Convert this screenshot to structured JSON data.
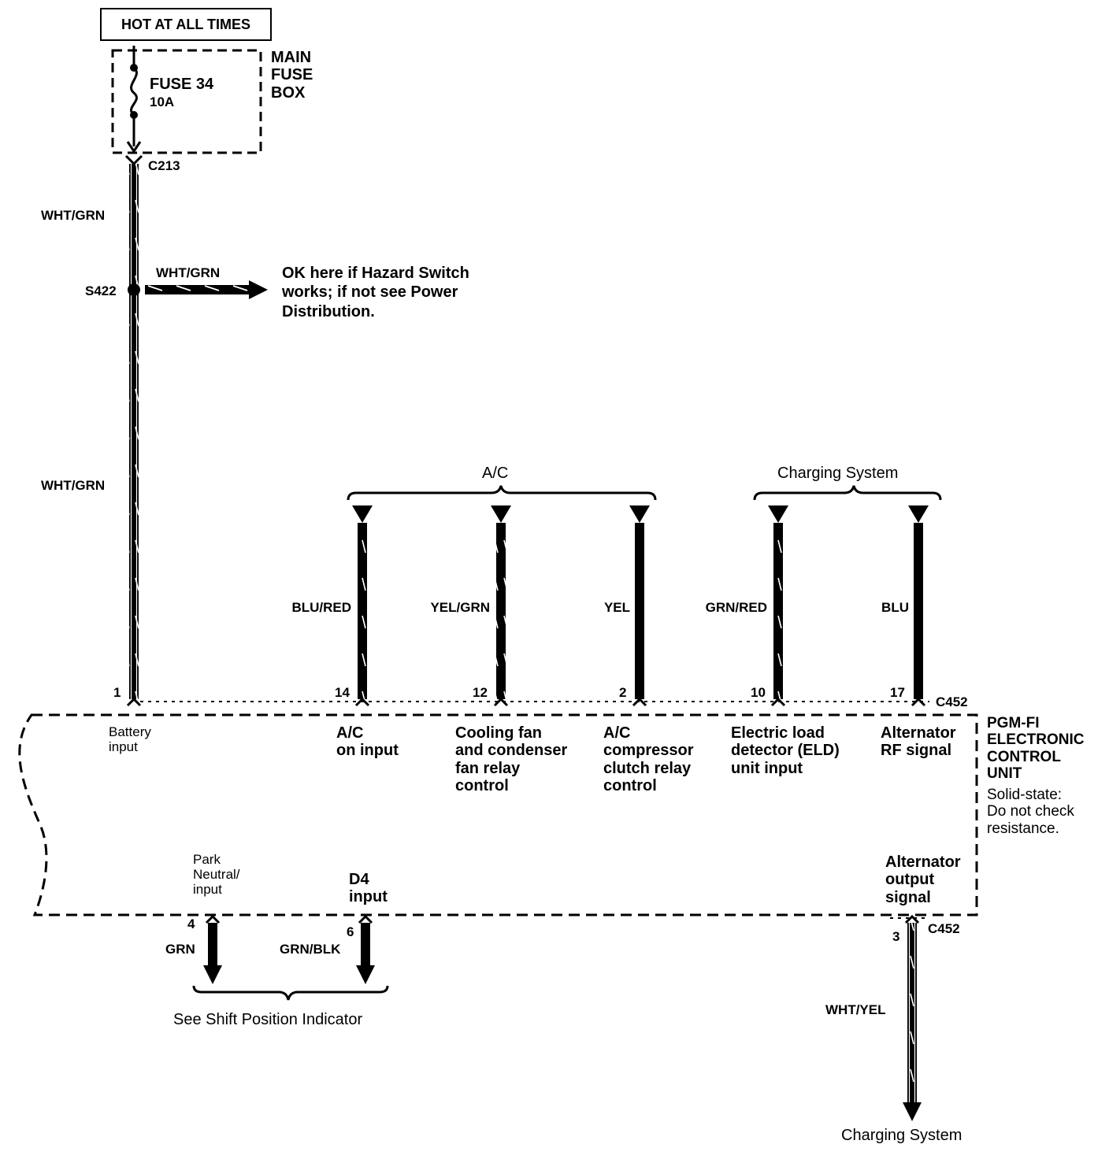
{
  "header": {
    "hot_label": "HOT AT ALL TIMES"
  },
  "fuse_box": {
    "title": "MAIN\nFUSE\nBOX",
    "fuse_name": "FUSE 34",
    "fuse_rating": "10A",
    "connector": "C213"
  },
  "splice": {
    "id": "S422",
    "branch_wire": "WHT/GRN",
    "note": "OK here if Hazard Switch\nworks; if not see Power\nDistribution."
  },
  "main_wire": {
    "upper_color": "WHT/GRN",
    "lower_color": "WHT/GRN"
  },
  "groups": {
    "ac": "A/C",
    "charging": "Charging System"
  },
  "top_wires": [
    {
      "color": "BLU/RED",
      "pin": "14",
      "function": "A/C\non input"
    },
    {
      "color": "YEL/GRN",
      "pin": "12",
      "function": "Cooling fan\nand condenser\nfan relay\ncontrol"
    },
    {
      "color": "YEL",
      "pin": "2",
      "function": "A/C\ncompressor\nclutch relay\ncontrol"
    },
    {
      "color": "GRN/RED",
      "pin": "10",
      "function": "Electric load\ndetector (ELD)\nunit input"
    },
    {
      "color": "BLU",
      "pin": "17",
      "function": "Alternator\nRF signal"
    }
  ],
  "battery": {
    "pin": "1",
    "function": "Battery\ninput"
  },
  "ecu": {
    "connector_top": "C452",
    "connector_bottom": "C452",
    "name": "PGM-FI\nELECTRONIC\nCONTROL\nUNIT",
    "note": "Solid-state:\nDo not check\nresistance."
  },
  "bottom_wires": [
    {
      "function": "Park\nNeutral/\ninput",
      "pin": "4",
      "color": "GRN"
    },
    {
      "function": "D4\ninput",
      "pin": "6",
      "color": "GRN/BLK"
    },
    {
      "function": "Alternator\noutput\nsignal",
      "pin": "3",
      "color": "WHT/YEL"
    }
  ],
  "destinations": {
    "shift": "See Shift Position Indicator",
    "charging": "Charging System"
  }
}
